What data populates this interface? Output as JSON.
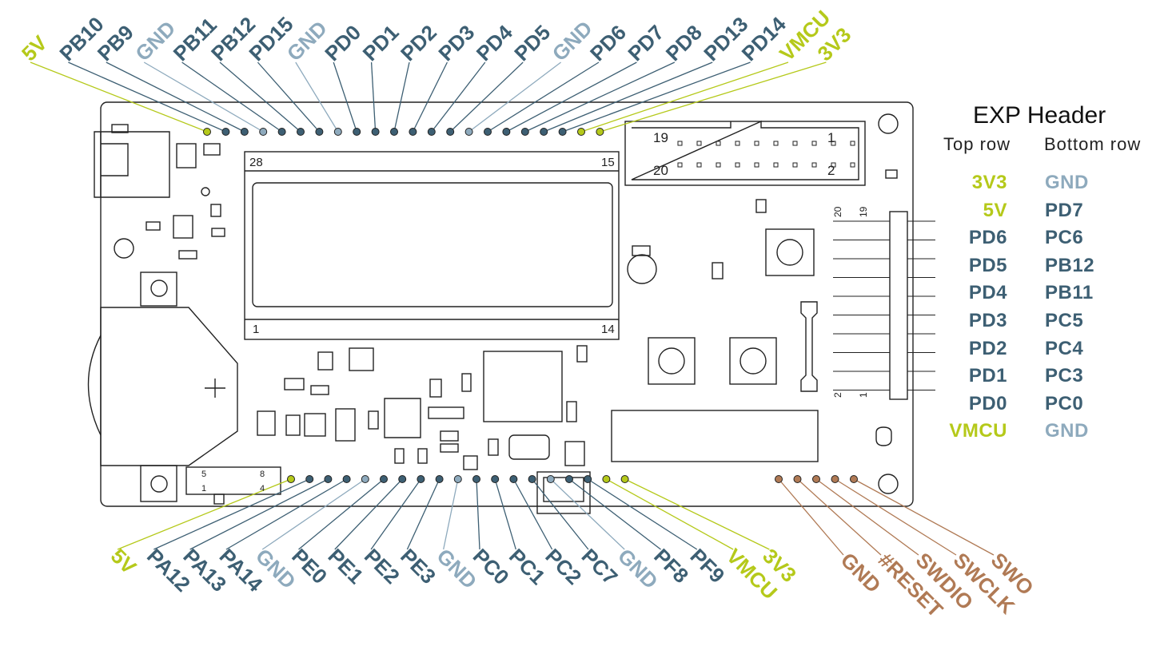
{
  "colors": {
    "power": "#b5c91a",
    "signal": "#3d5f73",
    "ground": "#8eaabd",
    "debug": "#b07a55",
    "outline": "#222222"
  },
  "top_header": {
    "pins": [
      {
        "label": "5V",
        "kind": "power"
      },
      {
        "label": "PB10",
        "kind": "signal"
      },
      {
        "label": "PB9",
        "kind": "signal"
      },
      {
        "label": "GND",
        "kind": "ground"
      },
      {
        "label": "PB11",
        "kind": "signal"
      },
      {
        "label": "PB12",
        "kind": "signal"
      },
      {
        "label": "PD15",
        "kind": "signal"
      },
      {
        "label": "GND",
        "kind": "ground"
      },
      {
        "label": "PD0",
        "kind": "signal"
      },
      {
        "label": "PD1",
        "kind": "signal"
      },
      {
        "label": "PD2",
        "kind": "signal"
      },
      {
        "label": "PD3",
        "kind": "signal"
      },
      {
        "label": "PD4",
        "kind": "signal"
      },
      {
        "label": "PD5",
        "kind": "signal"
      },
      {
        "label": "GND",
        "kind": "ground"
      },
      {
        "label": "PD6",
        "kind": "signal"
      },
      {
        "label": "PD7",
        "kind": "signal"
      },
      {
        "label": "PD8",
        "kind": "signal"
      },
      {
        "label": "PD13",
        "kind": "signal"
      },
      {
        "label": "PD14",
        "kind": "signal"
      },
      {
        "label": "VMCU",
        "kind": "power"
      },
      {
        "label": "3V3",
        "kind": "power"
      }
    ]
  },
  "bottom_header": {
    "pins": [
      {
        "label": "5V",
        "kind": "power"
      },
      {
        "label": "PA12",
        "kind": "signal"
      },
      {
        "label": "PA13",
        "kind": "signal"
      },
      {
        "label": "PA14",
        "kind": "signal"
      },
      {
        "label": "GND",
        "kind": "ground"
      },
      {
        "label": "PE0",
        "kind": "signal"
      },
      {
        "label": "PE1",
        "kind": "signal"
      },
      {
        "label": "PE2",
        "kind": "signal"
      },
      {
        "label": "PE3",
        "kind": "signal"
      },
      {
        "label": "GND",
        "kind": "ground"
      },
      {
        "label": "PC0",
        "kind": "signal"
      },
      {
        "label": "PC1",
        "kind": "signal"
      },
      {
        "label": "PC2",
        "kind": "signal"
      },
      {
        "label": "PC7",
        "kind": "signal"
      },
      {
        "label": "GND",
        "kind": "ground"
      },
      {
        "label": "PF8",
        "kind": "signal"
      },
      {
        "label": "PF9",
        "kind": "signal"
      },
      {
        "label": "VMCU",
        "kind": "power"
      },
      {
        "label": "3V3",
        "kind": "power"
      }
    ]
  },
  "debug_header": {
    "pins": [
      {
        "label": "GND",
        "kind": "debug"
      },
      {
        "label": "#RESET",
        "kind": "debug"
      },
      {
        "label": "SWDIO",
        "kind": "debug"
      },
      {
        "label": "SWCLK",
        "kind": "debug"
      },
      {
        "label": "SWO",
        "kind": "debug"
      }
    ]
  },
  "lcd": {
    "pin_top_left": "28",
    "pin_top_right": "15",
    "pin_bottom_left": "1",
    "pin_bottom_right": "14"
  },
  "exp_connector": {
    "pin_19": "19",
    "pin_1": "1",
    "pin_20": "20",
    "pin_2": "2"
  },
  "side_connector": {
    "labels": [
      "20",
      "19",
      "2",
      "1"
    ]
  },
  "switch_labels": {
    "top_left": "5",
    "top_right": "8",
    "bottom_left": "1",
    "bottom_right": "4"
  },
  "exp_header": {
    "title": "EXP Header",
    "col_left": "Top row",
    "col_right": "Bottom row",
    "rows": [
      {
        "top": "3V3",
        "top_kind": "power",
        "bottom": "GND",
        "bottom_kind": "ground"
      },
      {
        "top": "5V",
        "top_kind": "power",
        "bottom": "PD7",
        "bottom_kind": "signal"
      },
      {
        "top": "PD6",
        "top_kind": "signal",
        "bottom": "PC6",
        "bottom_kind": "signal"
      },
      {
        "top": "PD5",
        "top_kind": "signal",
        "bottom": "PB12",
        "bottom_kind": "signal"
      },
      {
        "top": "PD4",
        "top_kind": "signal",
        "bottom": "PB11",
        "bottom_kind": "signal"
      },
      {
        "top": "PD3",
        "top_kind": "signal",
        "bottom": "PC5",
        "bottom_kind": "signal"
      },
      {
        "top": "PD2",
        "top_kind": "signal",
        "bottom": "PC4",
        "bottom_kind": "signal"
      },
      {
        "top": "PD1",
        "top_kind": "signal",
        "bottom": "PC3",
        "bottom_kind": "signal"
      },
      {
        "top": "PD0",
        "top_kind": "signal",
        "bottom": "PC0",
        "bottom_kind": "signal"
      },
      {
        "top": "VMCU",
        "top_kind": "power",
        "bottom": "GND",
        "bottom_kind": "ground"
      }
    ]
  }
}
